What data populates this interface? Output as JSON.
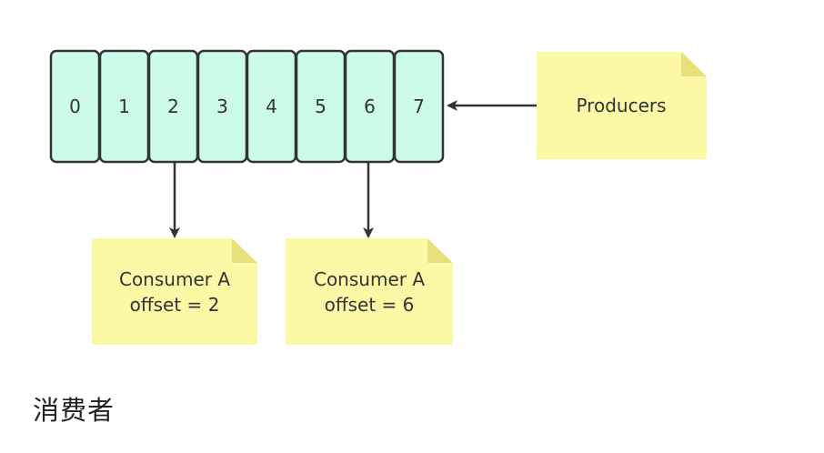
{
  "diagram": {
    "partition_cells": [
      "0",
      "1",
      "2",
      "3",
      "4",
      "5",
      "6",
      "7"
    ],
    "producers": {
      "label": "Producers"
    },
    "consumers": [
      {
        "name": "Consumer A",
        "offset_text": "offset = 2",
        "offset": 2
      },
      {
        "name": "Consumer A",
        "offset_text": "offset = 6",
        "offset": 6
      }
    ],
    "colors": {
      "cell_fill": "#ccfce6",
      "cell_stroke": "#333333",
      "note_fill": "#fcf9a6",
      "note_fold": "#e8e07a",
      "arrow": "#333333"
    }
  },
  "heading": "消费者"
}
